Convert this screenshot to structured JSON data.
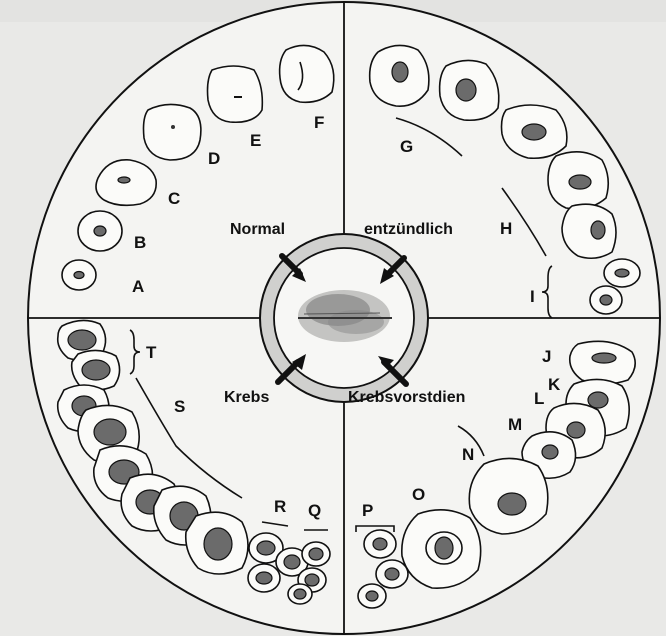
{
  "quadrants": {
    "normal": "Normal",
    "inflammatory": "entzündlich",
    "cancer": "Krebs",
    "precancer": "Krebsvorstdien"
  },
  "letters": [
    "A",
    "B",
    "C",
    "D",
    "E",
    "F",
    "G",
    "H",
    "I",
    "J",
    "K",
    "L",
    "M",
    "N",
    "O",
    "P",
    "Q",
    "R",
    "S",
    "T"
  ]
}
